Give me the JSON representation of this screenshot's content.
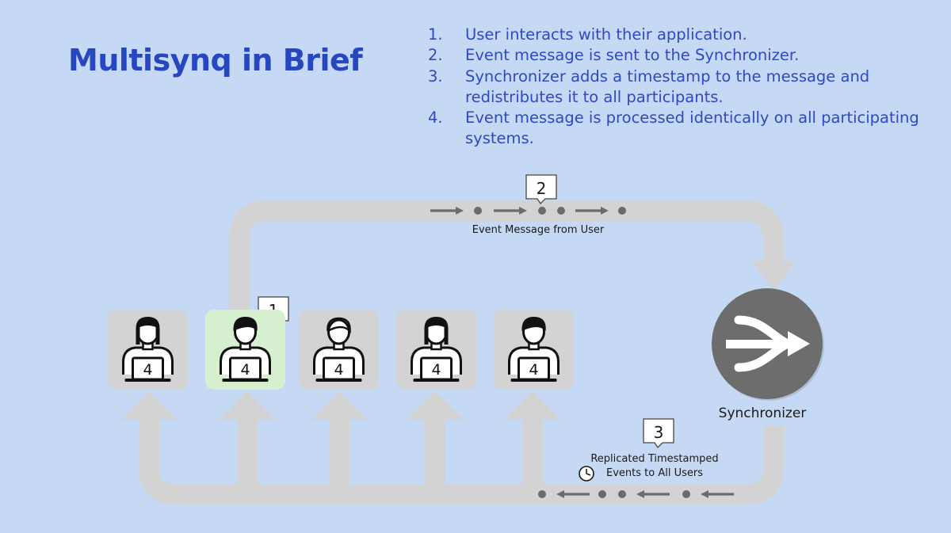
{
  "title": "Multisynq in Brief",
  "steps": [
    {
      "number": "1.",
      "text": "User interacts with their application."
    },
    {
      "number": "2.",
      "text": "Event message is sent to the Synchronizer."
    },
    {
      "number": "3.",
      "text": "Synchronizer adds a timestamp to the message and redistributes it to all participants."
    },
    {
      "number": "4.",
      "text": "Event message is processed identically on all participating systems."
    }
  ],
  "callouts": {
    "one": "1",
    "two": "2",
    "three": "3"
  },
  "labels": {
    "event_message": "Event Message from User",
    "replicated_line1": "Replicated Timestamped",
    "replicated_line2": "Events to All Users",
    "synchronizer": "Synchronizer"
  },
  "users": [
    {
      "screen": "4",
      "style": "female",
      "active": false
    },
    {
      "screen": "4",
      "style": "male",
      "active": true
    },
    {
      "screen": "4",
      "style": "outline",
      "active": false
    },
    {
      "screen": "4",
      "style": "female",
      "active": false
    },
    {
      "screen": "4",
      "style": "male",
      "active": false
    }
  ],
  "colors": {
    "background": "#c5d9f4",
    "title": "#2747c0",
    "steps_text": "#2f49c2",
    "track": "#d3d3d3",
    "tile": "#d3d3d3",
    "tile_active": "#d6efcf",
    "synchronizer": "#6d6d6d",
    "marker": "#6b6b6b"
  }
}
